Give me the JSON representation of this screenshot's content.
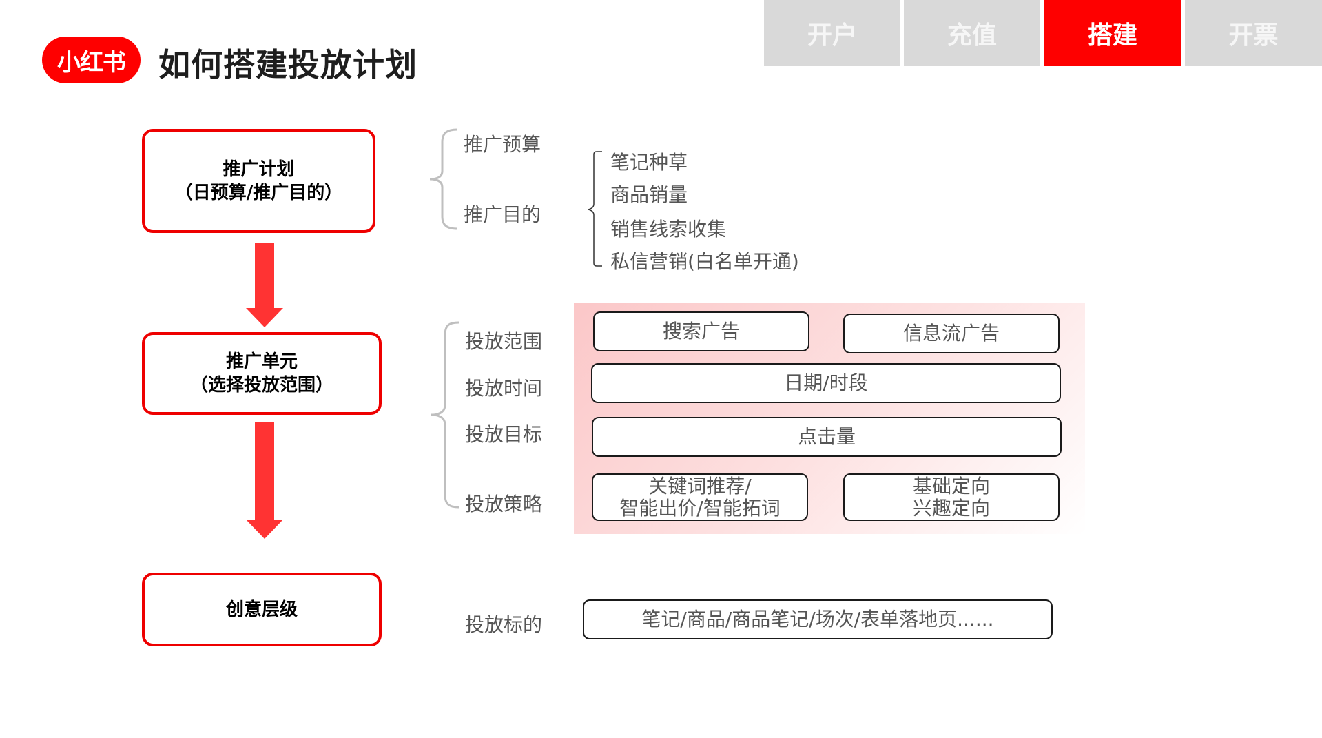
{
  "header": {
    "logo_text": "小红书",
    "title": "如何搭建投放计划"
  },
  "tabs": [
    {
      "label": "开户",
      "active": false
    },
    {
      "label": "充值",
      "active": false
    },
    {
      "label": "搭建",
      "active": true
    },
    {
      "label": "开票",
      "active": false
    }
  ],
  "colors": {
    "brand_red": "#fe0000",
    "tab_inactive": "#d9d9d9",
    "arrow_red": "#ff3333",
    "label_gray": "#555555"
  },
  "stages": [
    {
      "line1": "推广计划",
      "line2": "（日预算/推广目的）"
    },
    {
      "line1": "推广单元",
      "line2": "（选择投放范围）"
    },
    {
      "line1": "创意层级",
      "line2": ""
    }
  ],
  "plan": {
    "fields": [
      "推广预算",
      "推广目的"
    ],
    "purposes": [
      "笔记种草",
      "商品销量",
      "销售线索收集",
      "私信营销(白名单开通)"
    ]
  },
  "unit": {
    "fields": [
      "投放范围",
      "投放时间",
      "投放目标",
      "投放策略"
    ],
    "options": {
      "scope": [
        "搜索广告",
        "信息流广告"
      ],
      "time": "日期/时段",
      "goal": "点击量",
      "strategy_left": [
        "关键词推荐/",
        "智能出价/智能拓词"
      ],
      "strategy_right": [
        "基础定向",
        "兴趣定向"
      ]
    }
  },
  "creative": {
    "field": "投放标的",
    "value": "笔记/商品/商品笔记/场次/表单落地页......"
  }
}
